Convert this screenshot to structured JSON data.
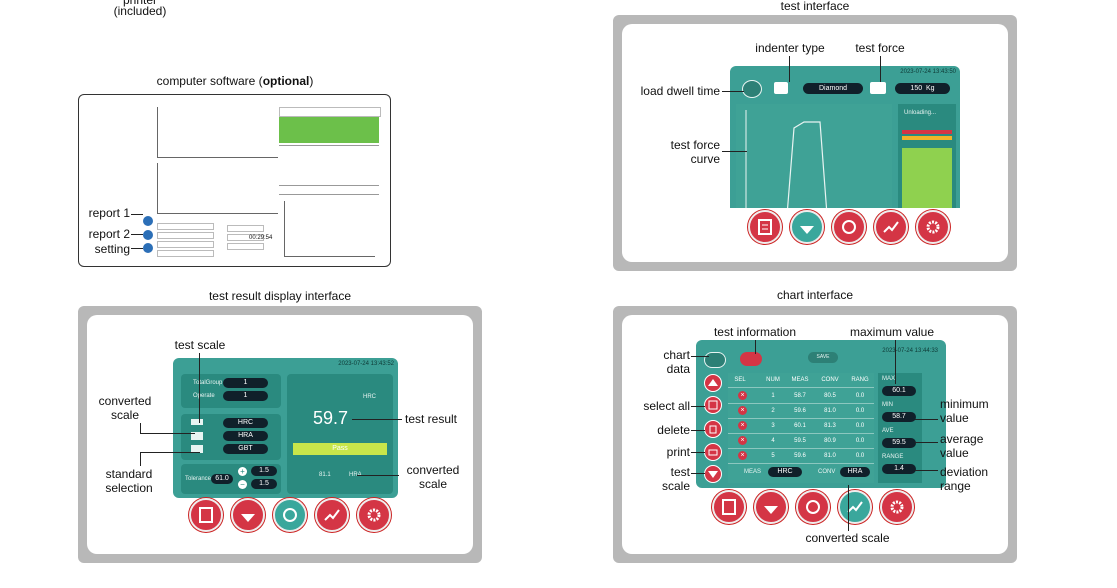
{
  "top_left_caption": [
    "printer",
    "(included)"
  ],
  "software": {
    "title_prefix": "computer software (",
    "title_bold": "optional",
    "title_suffix": ")",
    "annotations": {
      "report1": "report 1",
      "report2": "report 2",
      "setting": "setting"
    },
    "timer": "00:29:54"
  },
  "test_interface": {
    "title": "test interface",
    "annotations": {
      "indenter_type": "indenter type",
      "test_force": "test force",
      "load_dwell_time": "load dwell time",
      "test_force_curve": [
        "test force",
        "curve"
      ]
    },
    "timestamp": "2023-07-24 13:43:50",
    "indenter_value": "Diamond",
    "force_value": "150",
    "force_unit": "Kg",
    "status_text": "Unloading...",
    "buttons": [
      "report-icon",
      "run-icon",
      "auto-icon",
      "chart-icon",
      "gear-icon"
    ],
    "colors": {
      "screen": "#3c9f95",
      "button": "#d43545",
      "status_bar": "#8fd14f"
    }
  },
  "result_interface": {
    "title": "test result display interface",
    "annotations": {
      "test_scale": "test scale",
      "converted_scale_left": [
        "converted",
        "scale"
      ],
      "standard_selection": [
        "standard",
        "selection"
      ],
      "test_result": "test result",
      "converted_scale_right": [
        "converted",
        "scale"
      ]
    },
    "timestamp": "2023-07-24 13:43:52",
    "top_fields": [
      {
        "label": "TotalGroup",
        "value": "1"
      },
      {
        "label": "Operate",
        "value": "1"
      }
    ],
    "scale_fields": [
      "HRC",
      "HRA",
      "GBT"
    ],
    "scale_name": "HRC",
    "result_value": "59.7",
    "pass_label": "Pass",
    "converted_value": "81.1",
    "converted_unit": "HRA",
    "tolerance_label": "Tolerance",
    "tolerance_value": "61.0",
    "plus_value": "1.5",
    "minus_value": "1.5"
  },
  "chart_interface": {
    "title": "chart interface",
    "annotations": {
      "test_information": "test information",
      "maximum_value": "maximum value",
      "chart_data": [
        "chart",
        "data"
      ],
      "select_all": "select all",
      "delete": "delete",
      "print": "print",
      "test_scale": [
        "test",
        "scale"
      ],
      "minimum_value": [
        "minimum",
        "value"
      ],
      "average_value": [
        "average",
        "value"
      ],
      "deviation_range": [
        "deviation",
        "range"
      ],
      "converted_scale": "converted scale"
    },
    "timestamp": "2023-07-24 13:44:33",
    "save_label": "SAVE",
    "columns": [
      "SEL",
      "NUM",
      "MEAS",
      "CONV",
      "RANG"
    ],
    "rows": [
      {
        "num": "1",
        "meas": "58.7",
        "conv": "80.5",
        "rang": "0.0"
      },
      {
        "num": "2",
        "meas": "59.6",
        "conv": "81.0",
        "rang": "0.0"
      },
      {
        "num": "3",
        "meas": "60.1",
        "conv": "81.3",
        "rang": "0.0"
      },
      {
        "num": "4",
        "meas": "59.5",
        "conv": "80.9",
        "rang": "0.0"
      },
      {
        "num": "5",
        "meas": "59.6",
        "conv": "81.0",
        "rang": "0.0"
      }
    ],
    "meas_label": "MEAS",
    "meas_value": "HRC",
    "conv_label": "CONV",
    "conv_value": "HRA",
    "stats": {
      "max_label": "MAX",
      "max_value": "60.1",
      "min_label": "MIN",
      "min_value": "58.7",
      "ave_label": "AVE",
      "ave_value": "59.5",
      "range_label": "RANGE",
      "range_value": "1.4"
    }
  }
}
